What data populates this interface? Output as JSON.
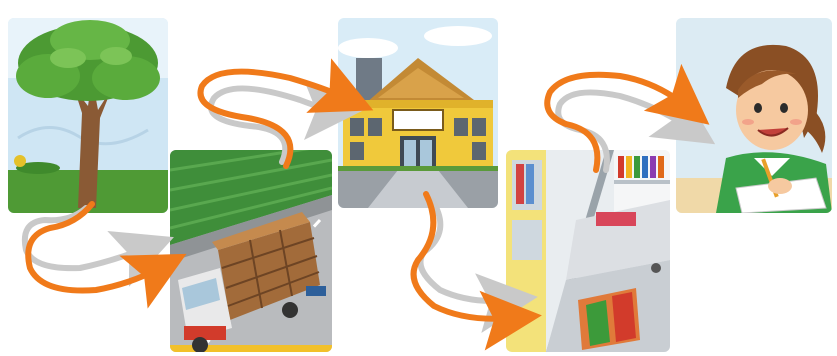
{
  "diagram": {
    "steps": [
      {
        "id": "tree",
        "icon": "tree-icon"
      },
      {
        "id": "truck",
        "icon": "log-truck-icon"
      },
      {
        "id": "factory",
        "icon": "factory-building-icon"
      },
      {
        "id": "shop",
        "icon": "stationery-shop-icon"
      },
      {
        "id": "girl",
        "icon": "girl-writing-icon"
      }
    ],
    "arrow_color": "#f07a1a",
    "arrow_shadow_color": "#c9c9c9"
  }
}
